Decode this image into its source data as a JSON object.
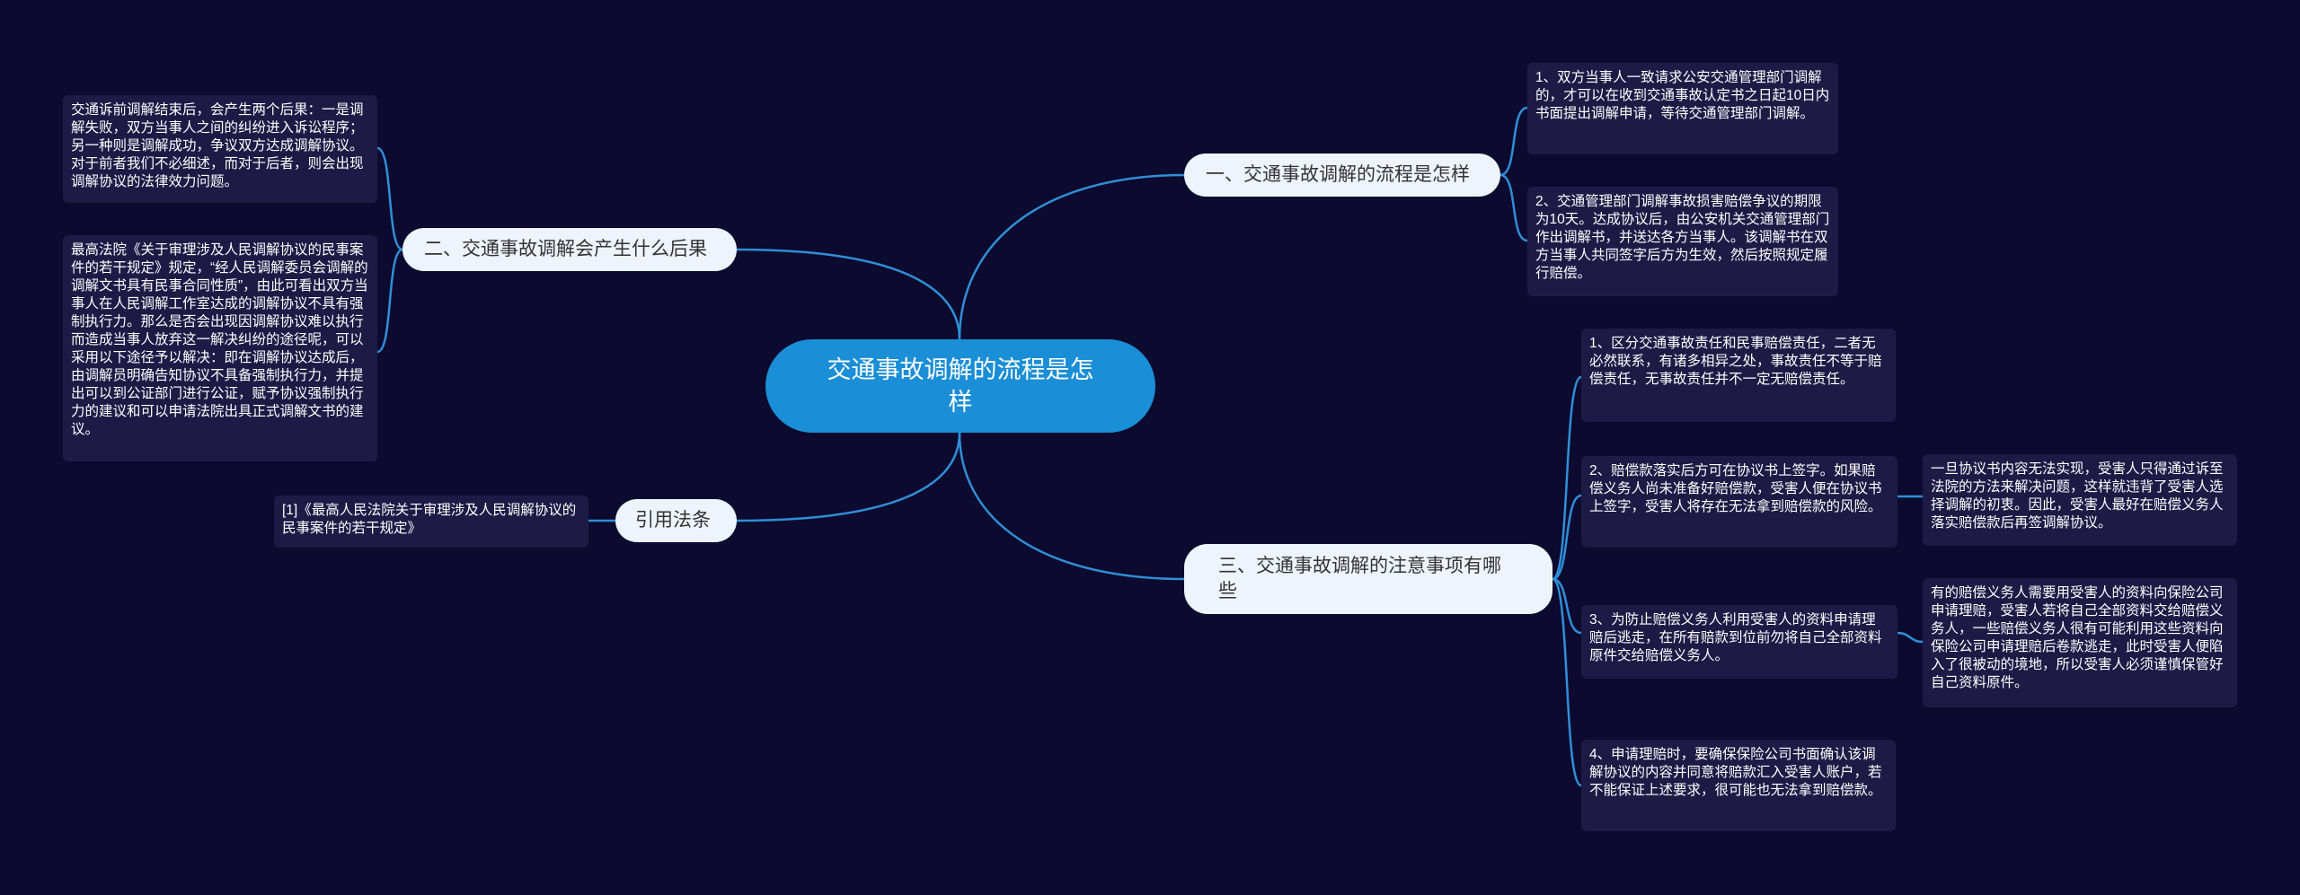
{
  "central": "交通事故调解的流程是怎样",
  "topics": {
    "t1": "一、交通事故调解的流程是怎样",
    "t2": "二、交通事故调解会产生什么后果",
    "t3": "三、交通事故调解的注意事项有哪些",
    "t4": "引用法条"
  },
  "leaves": {
    "t1_1": "1、双方当事人一致请求公安交通管理部门调解的，才可以在收到交通事故认定书之日起10日内书面提出调解申请，等待交通管理部门调解。",
    "t1_2": "2、交通管理部门调解事故损害赔偿争议的期限为10天。达成协议后，由公安机关交通管理部门作出调解书，并送达各方当事人。该调解书在双方当事人共同签字后方为生效，然后按照规定履行赔偿。",
    "t2_1": "交通诉前调解结束后，会产生两个后果：一是调解失败，双方当事人之间的纠纷进入诉讼程序；另一种则是调解成功，争议双方达成调解协议。对于前者我们不必细述，而对于后者，则会出现调解协议的法律效力问题。",
    "t2_2": "最高法院《关于审理涉及人民调解协议的民事案件的若干规定》规定，“经人民调解委员会调解的调解文书具有民事合同性质”，由此可看出双方当事人在人民调解工作室达成的调解协议不具有强制执行力。那么是否会出现因调解协议难以执行而造成当事人放弃这一解决纠纷的途径呢，可以采用以下途径予以解决：即在调解协议达成后，由调解员明确告知协议不具备强制执行力，并提出可以到公证部门进行公证，赋予协议强制执行力的建议和可以申请法院出具正式调解文书的建议。",
    "t3_1": "1、区分交通事故责任和民事赔偿责任，二者无必然联系，有诸多相异之处，事故责任不等于赔偿责任，无事故责任并不一定无赔偿责任。",
    "t3_2": "2、赔偿款落实后方可在协议书上签字。如果赔偿义务人尚未准备好赔偿款，受害人便在协议书上签字，受害人将存在无法拿到赔偿款的风险。",
    "t3_2_1": "一旦协议书内容无法实现，受害人只得通过诉至法院的方法来解决问题，这样就违背了受害人选择调解的初衷。因此，受害人最好在赔偿义务人落实赔偿款后再签调解协议。",
    "t3_3": "3、为防止赔偿义务人利用受害人的资料申请理赔后逃走，在所有赔款到位前勿将自己全部资料原件交给赔偿义务人。",
    "t3_3_1": "有的赔偿义务人需要用受害人的资料向保险公司申请理赔，受害人若将自己全部资料交给赔偿义务人，一些赔偿义务人很有可能利用这些资料向保险公司申请理赔后卷款逃走，此时受害人便陷入了很被动的境地，所以受害人必须谨慎保管好自己资料原件。",
    "t3_4": "4、申请理赔时，要确保保险公司书面确认该调解协议的内容并同意将赔款汇入受害人账户，若不能保证上述要求，很可能也无法拿到赔偿款。",
    "t4_1": "[1]《最高人民法院关于审理涉及人民调解协议的民事案件的若干规定》"
  },
  "colors": {
    "background": "#0c0a2e",
    "central": "#1a8ed6",
    "topic": "#eef3fc",
    "leaf": "#1d1b46",
    "connector": "#2f8fd8"
  }
}
